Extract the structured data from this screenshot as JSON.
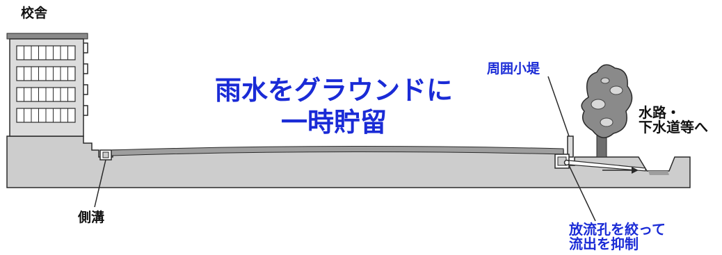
{
  "labels": {
    "school_building": "校舎",
    "perimeter_bank": "周囲小堤",
    "waterway": "水路・\n下水道等へ",
    "side_ditch": "側溝",
    "outflow_control": "放流孔を絞って\n流出を抑制"
  },
  "title": {
    "line1": "雨水をグラウンドに",
    "line2": "一時貯留"
  },
  "colors": {
    "ground_fill": "#cdcdcd",
    "pond_surface": "#9e9e9e",
    "outline": "#2a2a2a",
    "blue_text": "#1a2bd6",
    "black_text": "#111111"
  }
}
